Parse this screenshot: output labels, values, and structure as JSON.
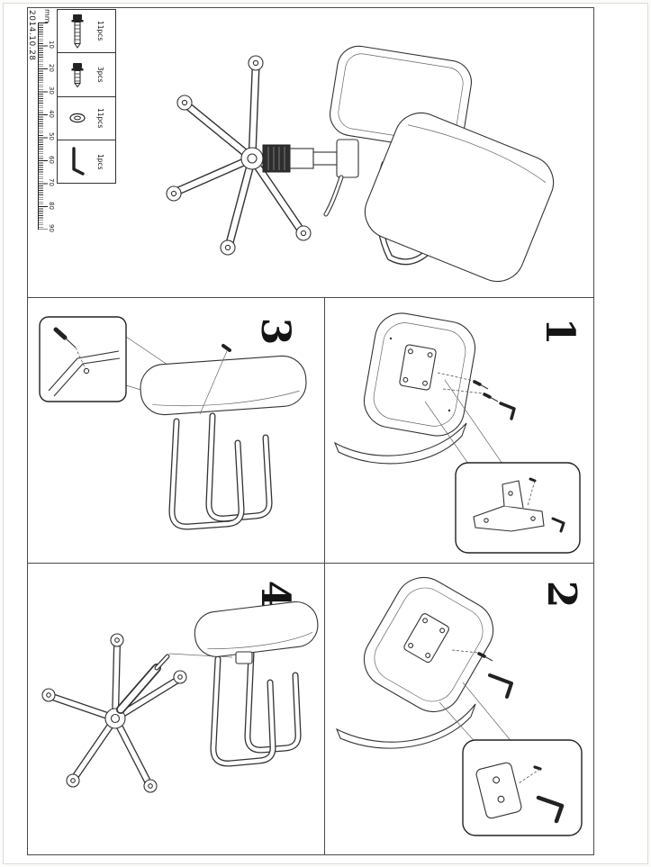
{
  "document": {
    "date": "2014.10.28",
    "ruler": {
      "unit": "mm",
      "ticks": [
        "10",
        "20",
        "30",
        "40",
        "50",
        "60",
        "70",
        "80",
        "90"
      ]
    },
    "parts_list": {
      "items": [
        {
          "icon": "long-bolt-icon",
          "qty": "11pcs"
        },
        {
          "icon": "short-bolt-icon",
          "qty": "3pcs"
        },
        {
          "icon": "washer-icon",
          "qty": "11pcs"
        },
        {
          "icon": "allen-key-icon",
          "qty": "1pcs"
        }
      ]
    },
    "steps": [
      {
        "label": "1"
      },
      {
        "label": "2"
      },
      {
        "label": "3"
      },
      {
        "label": "4"
      }
    ]
  }
}
